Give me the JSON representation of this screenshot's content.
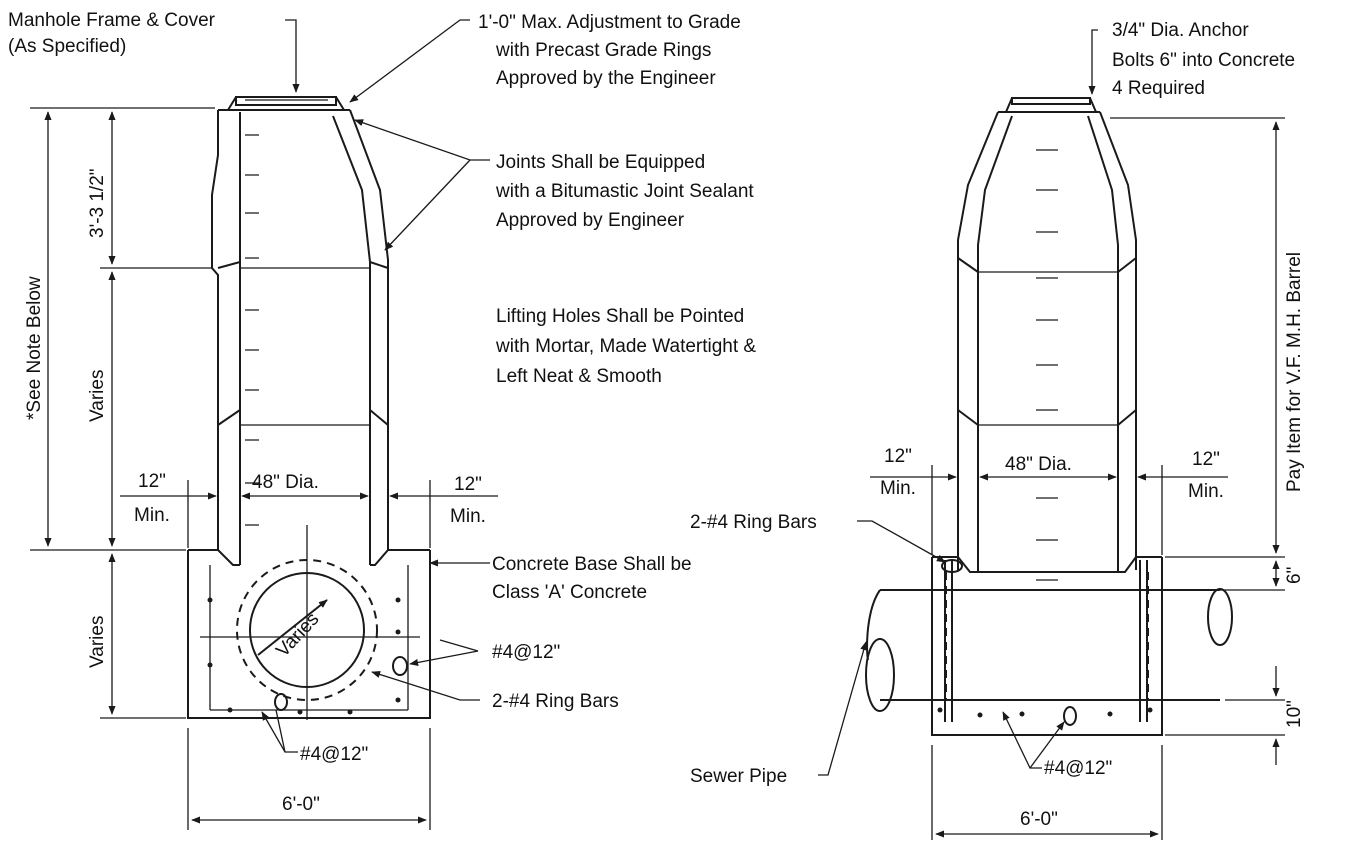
{
  "left_view": {
    "frame_cover": [
      "Manhole Frame & Cover",
      "(As Specified)"
    ],
    "adjustment": [
      "1'-0\" Max. Adjustment to Grade",
      "with Precast Grade Rings",
      "Approved by the Engineer"
    ],
    "joints": [
      "Joints Shall be Equipped",
      "with a Bitumastic Joint Sealant",
      "Approved by Engineer"
    ],
    "lifting": [
      "Lifting Holes Shall be Pointed",
      "with Mortar, Made Watertight &",
      "Left Neat & Smooth"
    ],
    "see_note": "*See Note Below",
    "cone_height": "3'-3 1/2\"",
    "riser_height": "Varies",
    "base_height": "Varies",
    "pipe_dia": "Varies",
    "min_left": [
      "12\"",
      "Min."
    ],
    "min_right": [
      "12\"",
      "Min."
    ],
    "inside_dia": "48\" Dia.",
    "base_note": [
      "Concrete Base Shall be",
      "Class 'A' Concrete"
    ],
    "rebar_side": "#4@12\"",
    "ring_bars": "2-#4 Ring Bars",
    "rebar_bottom": "#4@12\"",
    "base_width": "6'-0\""
  },
  "right_view": {
    "anchor": [
      "3/4\" Dia. Anchor",
      "Bolts 6\" into Concrete",
      "4 Required"
    ],
    "pay_item": "Pay Item for V.F. M.H. Barrel",
    "min_left": [
      "12\"",
      "Min."
    ],
    "min_right": [
      "12\"",
      "Min."
    ],
    "inside_dia": "48\" Dia.",
    "ring_bars": "2-#4 Ring Bars",
    "slab_top": "6\"",
    "slab_bottom": "10\"",
    "rebar_bottom": "#4@12\"",
    "sewer_pipe": "Sewer Pipe",
    "base_width": "6'-0\""
  }
}
